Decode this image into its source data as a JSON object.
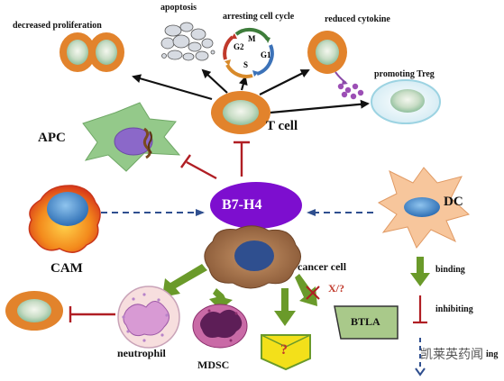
{
  "diagram": {
    "center": "B7-H4",
    "effects": {
      "decreased_proliferation": "decreased  proliferation",
      "apoptosis": "apoptosis",
      "arresting_cell_cycle": "arresting  cell cycle",
      "reduced_cytokine": "reduced cytokine",
      "promoting_treg": "promoting  Treg"
    },
    "cell_cycle_phases": [
      "M",
      "G2",
      "G1",
      "S"
    ],
    "cells": {
      "t_cell": "T cell",
      "apc": "APC",
      "cam": "CAM",
      "dc": "DC",
      "cancer_cell": "cancer cell",
      "neutrophil": "neutrophil",
      "mdsc": "MDSC",
      "btla": "BTLA",
      "unknown_receptor": "?",
      "unknown_ligand": "X/?"
    },
    "legend": {
      "binding": "binding",
      "inhibiting": "inhibiting",
      "third": "ing"
    },
    "watermark": "凯莱英药闻",
    "colors": {
      "b7h4": "#7d0ecf",
      "inhibit": "#b01e24",
      "dashed_arrow": "#2f4f8f",
      "binding_arrow": "#6a9a2a",
      "cell_orange": "#e2832c",
      "apc_green": "#94c98a",
      "dc_peach": "#f7c69c"
    }
  }
}
